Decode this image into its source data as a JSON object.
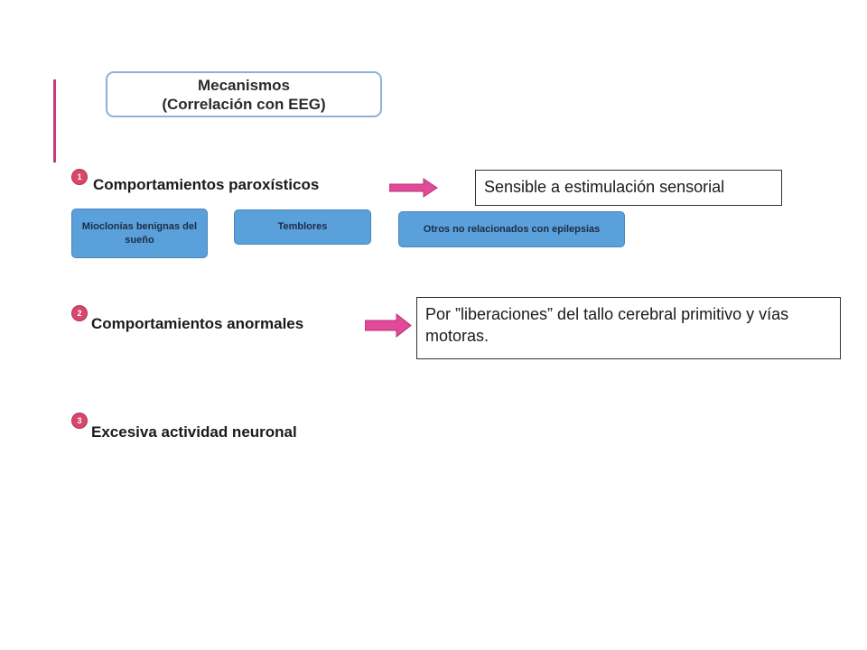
{
  "title": {
    "line1": "Mecanismos",
    "line2": "(Correlación con EEG)"
  },
  "sections": [
    {
      "number": "1",
      "heading": "Comportamientos paroxísticos",
      "note": "Sensible a estimulación sensorial"
    },
    {
      "number": "2",
      "heading": "Comportamientos anormales",
      "note": "Por ”liberaciones” del tallo cerebral primitivo y vías motoras."
    },
    {
      "number": "3",
      "heading": "Excesiva actividad neuronal"
    }
  ],
  "subtypes": [
    {
      "label": "Mioclonías benignas del sueño"
    },
    {
      "label": "Temblores"
    },
    {
      "label": "Otros no relacionados con epilepsias"
    }
  ],
  "colors": {
    "accent": "#c8377f",
    "number_badge": "#d6476b",
    "pill": "#5aa0da",
    "title_border": "#8fb0da"
  }
}
